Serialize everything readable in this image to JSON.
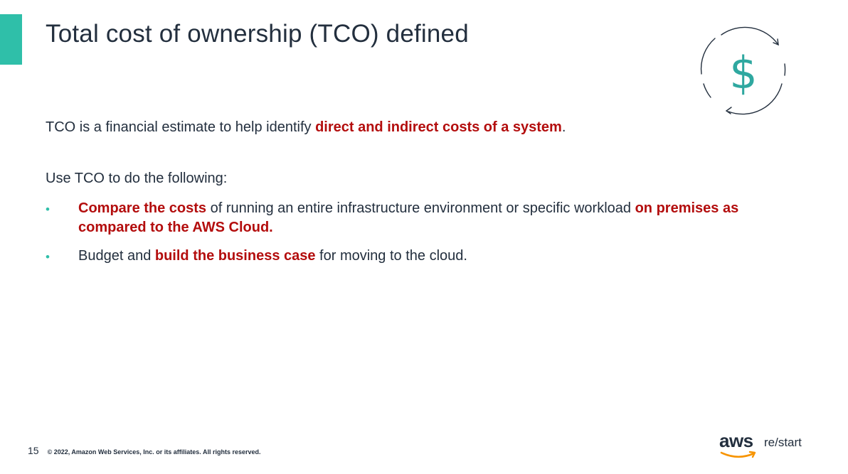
{
  "slide": {
    "title": "Total cost of ownership (TCO) defined",
    "intro": {
      "before": "TCO is a financial estimate to help identify ",
      "highlight": "direct and indirect costs of a system",
      "after": "."
    },
    "subhead": "Use TCO to do the following:",
    "bullets": [
      {
        "symbol": "•",
        "h1": "Compare the costs",
        "t1": " of running an entire infrastructure environment or specific workload ",
        "h2": "on premises as compared to the AWS Cloud."
      },
      {
        "symbol": "•",
        "t1": "Budget and ",
        "h1": "build the business case",
        "t2": " for moving to the cloud."
      }
    ]
  },
  "footer": {
    "page_number": "15",
    "copyright": "© 2022, Amazon Web Services, Inc. or its affiliates. All rights reserved."
  },
  "logo": {
    "wordmark": "aws",
    "suffix": "re/start"
  },
  "icons": {
    "decoration": "dollar-cycle-icon",
    "logo_smile": "aws-smile-icon"
  },
  "colors": {
    "accent": "#2fbfa9",
    "highlight": "#b30d0d",
    "text": "#232f3e",
    "logo_smile": "#f79400"
  }
}
